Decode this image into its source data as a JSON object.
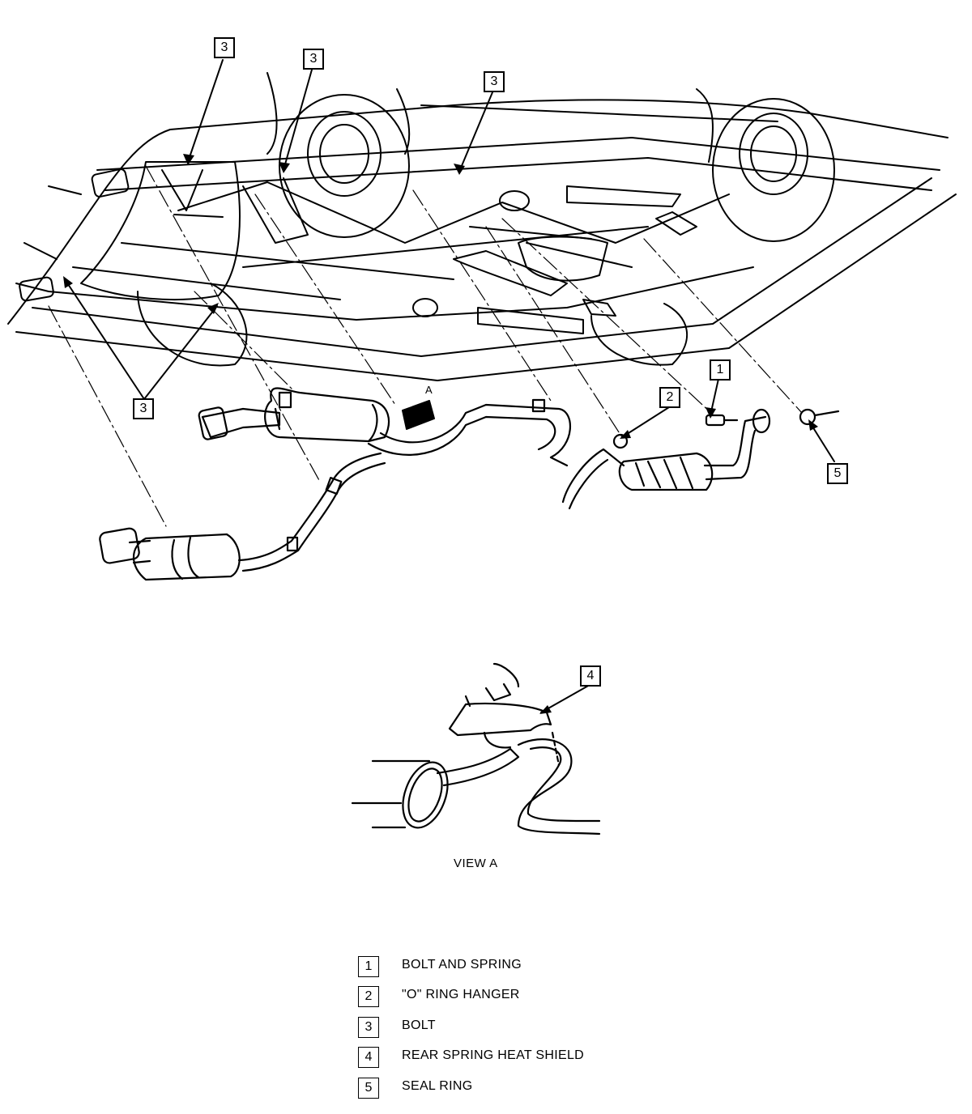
{
  "callouts": {
    "c1": "1",
    "c2": "2",
    "c3a": "3",
    "c3b": "3",
    "c3c": "3",
    "c3d": "3",
    "c4": "4",
    "c5": "5"
  },
  "view_a_marker": "A",
  "view_label": "VIEW A",
  "legend": [
    {
      "num": "1",
      "text": "BOLT AND SPRING"
    },
    {
      "num": "2",
      "text": "\"O\" RING HANGER"
    },
    {
      "num": "3",
      "text": "BOLT"
    },
    {
      "num": "4",
      "text": "REAR SPRING HEAT SHIELD"
    },
    {
      "num": "5",
      "text": "SEAL RING"
    }
  ]
}
